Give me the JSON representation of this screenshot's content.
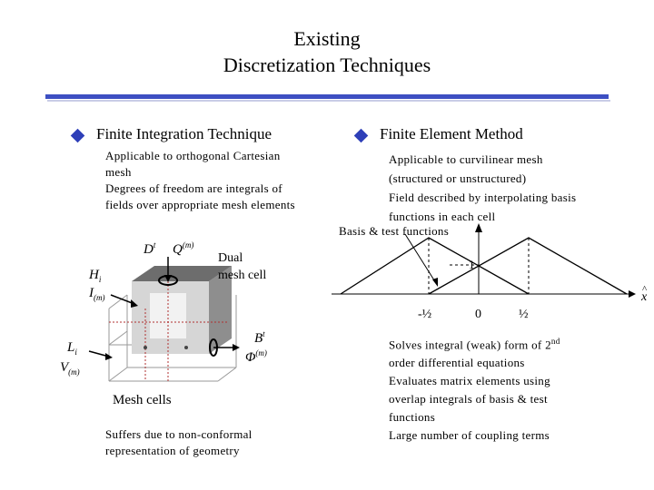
{
  "slide": {
    "title_line1": "Existing",
    "title_line2": "Discretization Techniques",
    "accent_color": "#3d4fc2",
    "bullet_icon": "diamond-bullet-icon"
  },
  "left": {
    "heading": "Finite Integration Technique",
    "lines": [
      "Applicable to orthogonal Cartesian",
      "mesh",
      "Degrees of freedom are integrals of",
      "fields over appropriate mesh elements"
    ],
    "diagram": {
      "d_label": "D",
      "d_sup": "t",
      "q_label": "Q",
      "q_sup": "(m)",
      "dual_label_1": "Dual",
      "dual_label_2": "mesh cell",
      "h_label": "H",
      "h_sub": "i",
      "i_label": "I",
      "i_sub": "(m)",
      "b_label": "B",
      "b_sup": "t",
      "phi_label": "Φ",
      "phi_sup": "(m)",
      "l_label": "L",
      "l_sub": "i",
      "v_label": "V",
      "v_sub": "(m)",
      "mesh_label": "Mesh cells"
    },
    "footer_lines": [
      "Suffers due to non-conformal",
      "representation of geometry"
    ]
  },
  "right": {
    "heading": "Finite Element Method",
    "lines": [
      "Applicable to curvilinear mesh",
      "(structured or unstructured)",
      "Field described by interpolating basis",
      "functions in each cell",
      "Basis & test functions"
    ],
    "plot": {
      "peak_label": "1",
      "tick_minus_half": "-½",
      "tick_zero": "0",
      "tick_half": "½",
      "axis_label": "x",
      "axis_hat": "^"
    },
    "bottom_line1_prefix": "Solves integral (weak) form of 2",
    "bottom_line1_sup": "nd",
    "bottom_lines": [
      "order differential equations",
      "Evaluates matrix elements using",
      "overlap integrals of basis & test",
      "functions",
      "Large number of coupling terms"
    ]
  }
}
